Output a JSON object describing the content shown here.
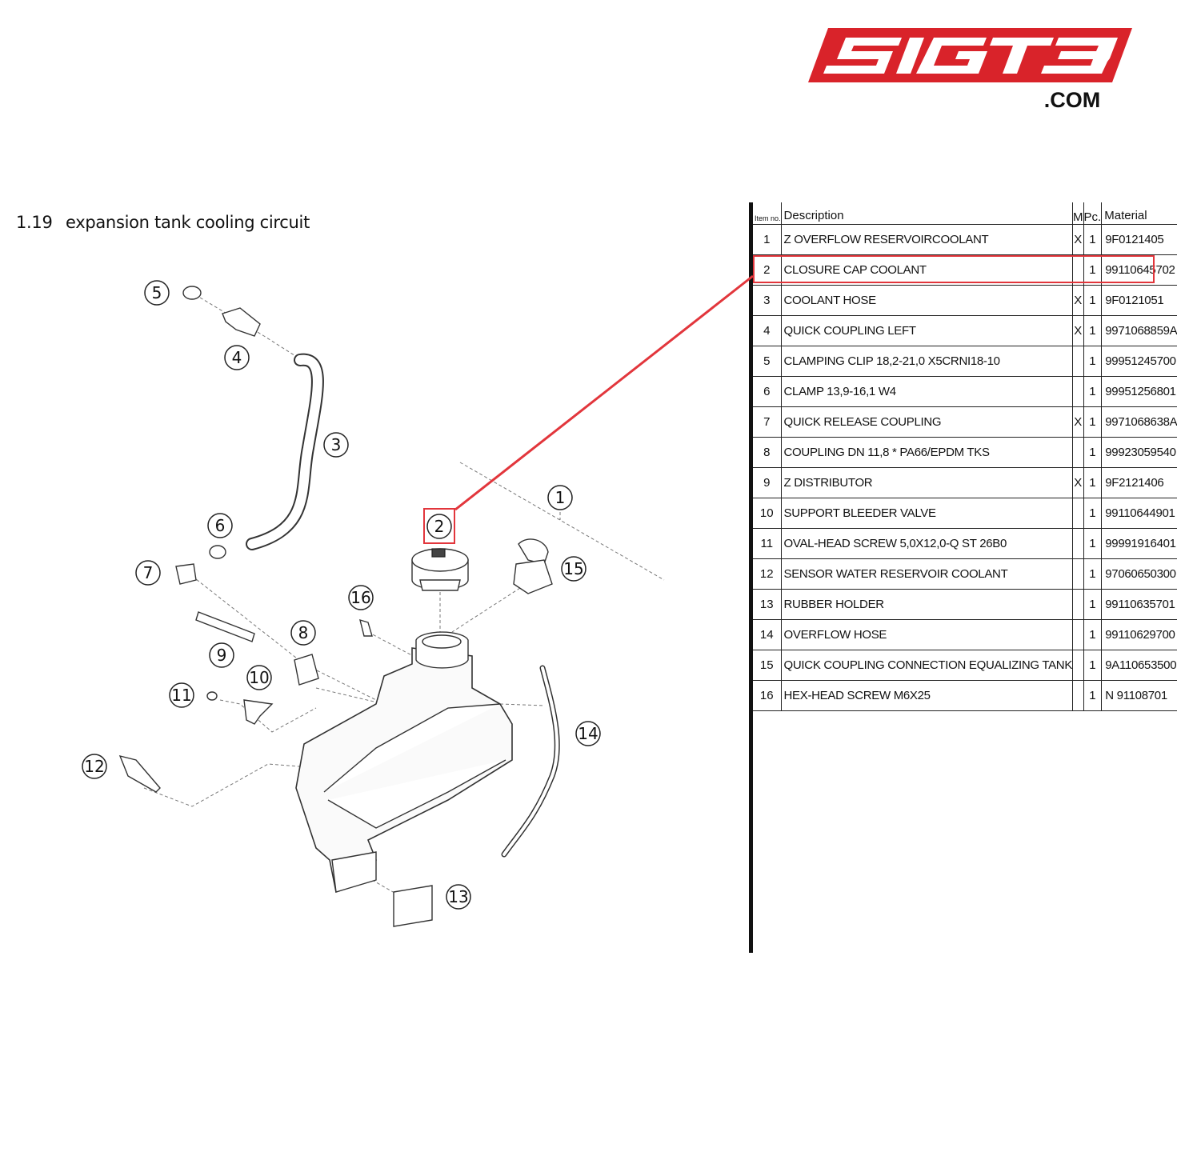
{
  "logo": {
    "brand": "SIGT3",
    "suffix": ".COM",
    "color": "#d9232a"
  },
  "section": {
    "number": "1.19",
    "title": "expansion tank cooling circuit"
  },
  "table": {
    "headers": {
      "item": "Item no.",
      "description": "Description",
      "m": "M",
      "pc": "Pc.",
      "material": "Material"
    },
    "rows": [
      {
        "item": "1",
        "description": "Z OVERFLOW RESERVOIRCOOLANT",
        "m": "X",
        "pc": "1",
        "material": "9F0121405"
      },
      {
        "item": "2",
        "description": "CLOSURE CAP COOLANT",
        "m": "",
        "pc": "1",
        "material": "99110645702"
      },
      {
        "item": "3",
        "description": "COOLANT HOSE",
        "m": "X",
        "pc": "1",
        "material": "9F0121051"
      },
      {
        "item": "4",
        "description": "QUICK COUPLING LEFT",
        "m": "X",
        "pc": "1",
        "material": "9971068859A"
      },
      {
        "item": "5",
        "description": "CLAMPING CLIP 18,2-21,0 X5CRNI18-10",
        "m": "",
        "pc": "1",
        "material": "99951245700"
      },
      {
        "item": "6",
        "description": "CLAMP 13,9-16,1 W4",
        "m": "",
        "pc": "1",
        "material": "99951256801"
      },
      {
        "item": "7",
        "description": "QUICK RELEASE COUPLING",
        "m": "X",
        "pc": "1",
        "material": "9971068638A"
      },
      {
        "item": "8",
        "description": "COUPLING DN 11,8 * PA66/EPDM TKS",
        "m": "",
        "pc": "1",
        "material": "99923059540"
      },
      {
        "item": "9",
        "description": "Z DISTRIBUTOR",
        "m": "X",
        "pc": "1",
        "material": "9F2121406"
      },
      {
        "item": "10",
        "description": "SUPPORT BLEEDER VALVE",
        "m": "",
        "pc": "1",
        "material": "99110644901"
      },
      {
        "item": "11",
        "description": "OVAL-HEAD SCREW 5,0X12,0-Q ST 26B0",
        "m": "",
        "pc": "1",
        "material": "99991916401"
      },
      {
        "item": "12",
        "description": "SENSOR WATER RESERVOIR COOLANT",
        "m": "",
        "pc": "1",
        "material": "97060650300"
      },
      {
        "item": "13",
        "description": "RUBBER HOLDER",
        "m": "",
        "pc": "1",
        "material": "99110635701"
      },
      {
        "item": "14",
        "description": "OVERFLOW HOSE",
        "m": "",
        "pc": "1",
        "material": "99110629700"
      },
      {
        "item": "15",
        "description": "QUICK COUPLING CONNECTION EQUALIZING TANK",
        "m": "",
        "pc": "1",
        "material": "9A110653500"
      },
      {
        "item": "16",
        "description": "HEX-HEAD SCREW M6X25",
        "m": "",
        "pc": "1",
        "material": "N 91108701"
      }
    ]
  },
  "callouts": [
    "1",
    "2",
    "3",
    "4",
    "5",
    "6",
    "7",
    "8",
    "9",
    "10",
    "11",
    "12",
    "13",
    "14",
    "15",
    "16"
  ],
  "highlight": {
    "item": "2",
    "color": "#e2363c"
  }
}
